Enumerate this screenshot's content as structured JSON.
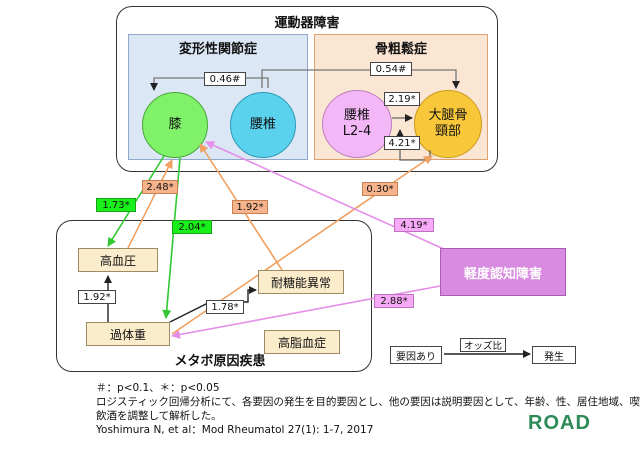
{
  "diagram": {
    "locomotive_title": "運動器障害",
    "oa_title": "変形性関節症",
    "osteo_title": "骨粗鬆症",
    "metabolic_title": "メタボ原因疾患",
    "nodes": {
      "knee": "膝",
      "lumbar_spine": "腰椎",
      "lumbar_l24_line1": "腰椎",
      "lumbar_l24_line2": "L2-4",
      "femoral_neck_line1": "大腿骨",
      "femoral_neck_line2": "頸部",
      "hypertension": "高血圧",
      "impaired_glucose": "耐糖能異常",
      "overweight": "過体重",
      "dyslipidemia": "高脂血症",
      "mci": "軽度認知障害"
    },
    "odds": {
      "knee_lumbar": "0.46#",
      "lumbar_femoral": "0.54#",
      "l24_to_fn": "2.19*",
      "fn_to_l24": "4.21*",
      "knee_to_hypertension": "1.73*",
      "hypertension_to_knee": "2.48*",
      "knee_to_overweight": "2.04*",
      "glucose_to_knee": "1.92*",
      "overweight_to_hypertension": "1.92*",
      "overweight_to_glucose": "1.78*",
      "overweight_to_fn": "0.30*",
      "mci_to_knee": "4.19*",
      "mci_to_overweight": "2.88*"
    },
    "legend": {
      "cause": "要因あり",
      "odds_ratio": "オッズ比",
      "onset": "発生"
    }
  },
  "footer": {
    "significance": "＃：p<0.1、＊：p<0.05",
    "method_line1": "ロジスティック回帰分析にて、各要因の発生を目的要因とし、他の要因は説明要因として、年齢、性、居住地域、喫煙、",
    "method_line2": "飲酒を調整して解析した。",
    "citation": "Yoshimura N, et al：Mod Rheumatol 27(1): 1-7, 2017",
    "logo": "ROAD"
  },
  "colors": {
    "green": "#32c832",
    "orange": "#f0a060",
    "violet": "#e58de8",
    "knee_fill": "#7ff26a",
    "lumbar_fill": "#5ad2ee",
    "l24_fill": "#f3b6f6",
    "fn_fill": "#f9c83a",
    "mci_fill": "#d88be0",
    "logo": "#2e8b57"
  }
}
